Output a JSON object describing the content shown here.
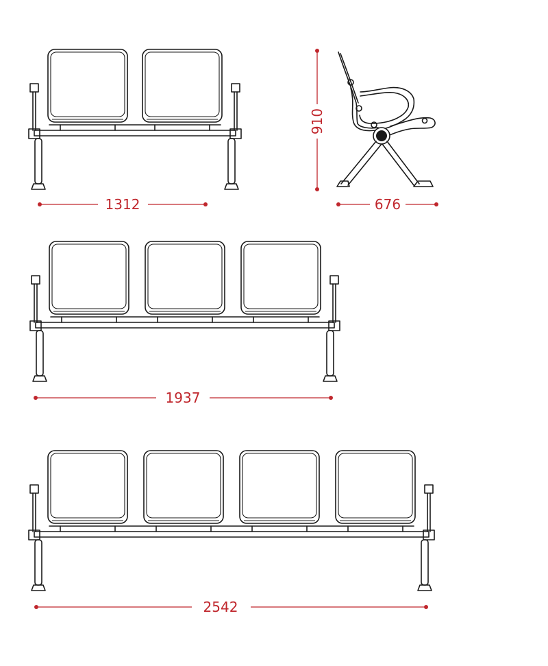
{
  "drawings": [
    {
      "id": "bench-2",
      "seats": 2,
      "width_label": "1312"
    },
    {
      "id": "side-view",
      "width_label": "676",
      "height_label": "910"
    },
    {
      "id": "bench-3",
      "seats": 3,
      "width_label": "1937"
    },
    {
      "id": "bench-4",
      "seats": 4,
      "width_label": "2542"
    }
  ],
  "colors": {
    "dimension": "#c0272d",
    "line": "#1a1a1a",
    "background": "#ffffff"
  }
}
